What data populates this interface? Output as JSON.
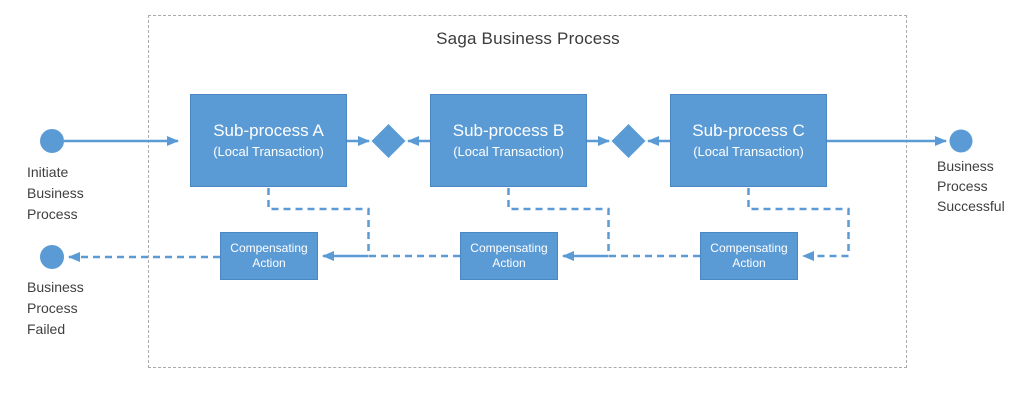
{
  "frame": {
    "title": "Saga Business Process"
  },
  "processes": [
    {
      "name": "Sub-process A",
      "detail": "(Local Transaction)"
    },
    {
      "name": "Sub-process B",
      "detail": "(Local Transaction)"
    },
    {
      "name": "Sub-process C",
      "detail": "(Local Transaction)"
    }
  ],
  "compensations": [
    {
      "label": "Compensating\nAction"
    },
    {
      "label": "Compensating\nAction"
    },
    {
      "label": "Compensating\nAction"
    }
  ],
  "terminals": {
    "start": "Initiate\nBusiness\nProcess",
    "success": "Business\nProcess\nSuccessful",
    "failed": "Business\nProcess\nFailed"
  },
  "colors": {
    "shape_fill": "#5B9BD5",
    "shape_border": "#4B87C2",
    "connector": "#5B9BD5",
    "frame_border": "#ABABAB",
    "label_text": "#3F3F3F",
    "shape_text": "#FFFFFF"
  }
}
